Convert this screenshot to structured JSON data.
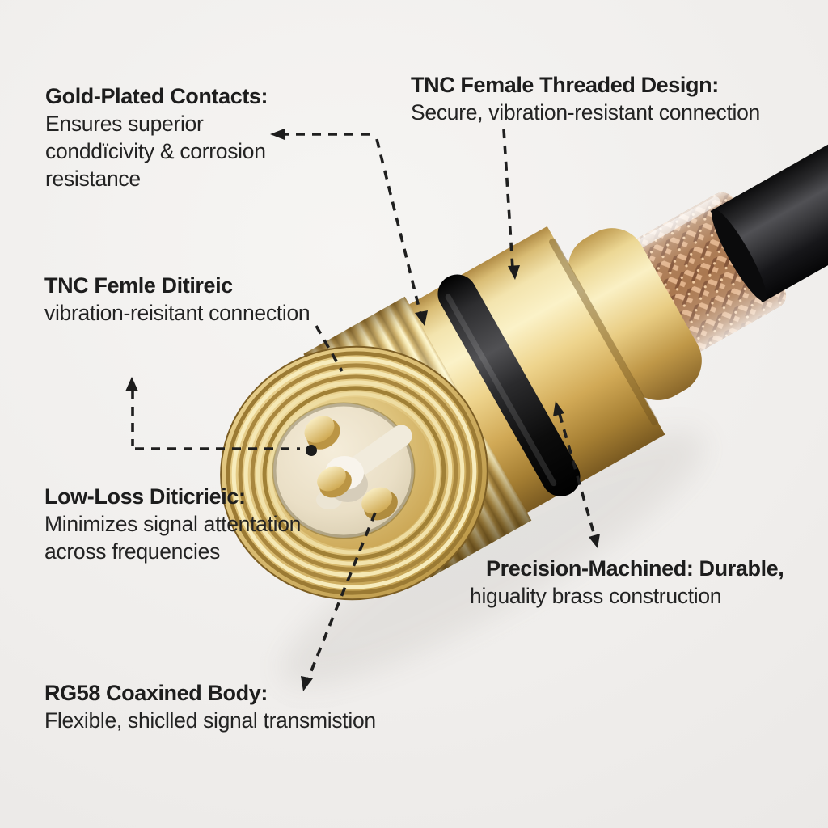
{
  "callouts": {
    "gold_plated": {
      "heading": "Gold-Plated Contacts:",
      "lines": [
        "Ensures superior",
        "conddïcivity & corrosion",
        "resistance"
      ]
    },
    "tnc_threaded": {
      "heading": "TNC Female Threaded Design:",
      "lines": [
        "Secure, vibration-resistant connection"
      ]
    },
    "tnc_femle": {
      "heading": "TNC Femle Ditireic",
      "lines": [
        "vibration-reisitant connection"
      ]
    },
    "low_loss": {
      "heading": "Low-Loss Diticrieic:",
      "lines": [
        "Minimizes signal attentation",
        "across frequencies"
      ]
    },
    "precision": {
      "heading": "Precision-Machined: Durable,",
      "lines": [
        "higuality brass construction"
      ]
    },
    "rg58": {
      "heading": "RG58 Coaxined Body:",
      "lines": [
        "Flexible, shiclled signal transmistion"
      ]
    }
  },
  "colors": {
    "background": "#f0eeec",
    "text": "#1d1d1d",
    "leader_line": "#1f1f1f",
    "brass": "#e9d08b",
    "brass_highlight": "#fbf2c8",
    "brass_shadow": "#7a5a21",
    "o_ring": "#161617",
    "dielectric": "#ece2cb",
    "pin_gold": "#e9cf8a",
    "copper_braid": "#b27a50",
    "cable_jacket": "#1b1b1d"
  }
}
